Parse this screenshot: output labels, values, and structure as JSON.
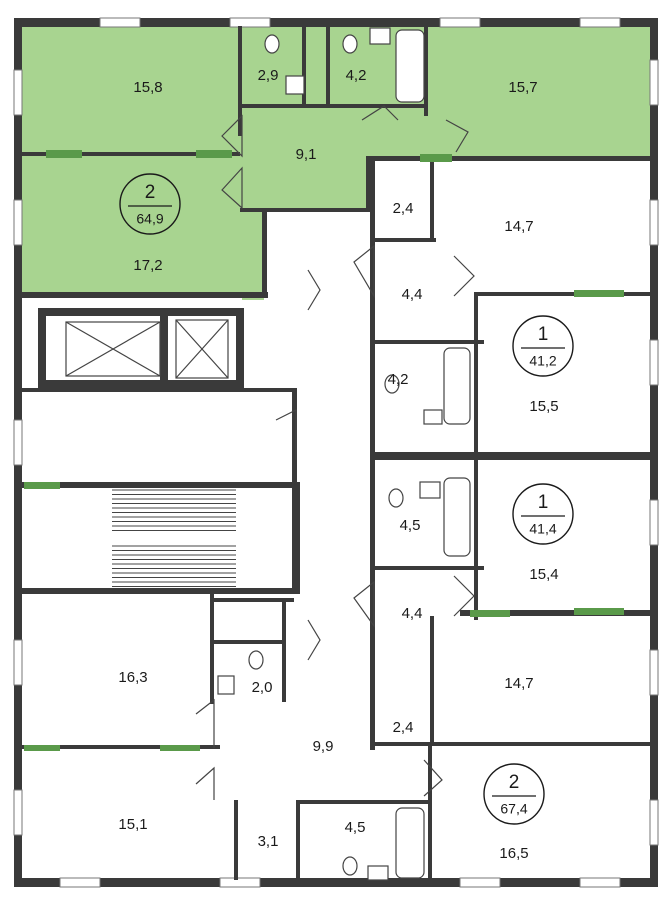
{
  "colors": {
    "wall": "#3a3a3a",
    "highlight": "#a8d490",
    "window": "#5a9a4a",
    "background": "#ffffff"
  },
  "apartments": [
    {
      "id": "apt-2-top",
      "rooms": "2",
      "area": "64,9"
    },
    {
      "id": "apt-1-upper",
      "rooms": "1",
      "area": "41,2"
    },
    {
      "id": "apt-1-lower",
      "rooms": "1",
      "area": "41,4"
    },
    {
      "id": "apt-2-bottom",
      "rooms": "2",
      "area": "67,4"
    }
  ],
  "rooms": [
    "15,8",
    "2,9",
    "4,2",
    "15,7",
    "9,1",
    "17,2",
    "2,4",
    "14,7",
    "4,4",
    "4,2",
    "15,5",
    "4,5",
    "15,4",
    "4,4",
    "14,7",
    "2,4",
    "16,3",
    "2,0",
    "9,9",
    "15,1",
    "3,1",
    "4,5",
    "16,5"
  ]
}
